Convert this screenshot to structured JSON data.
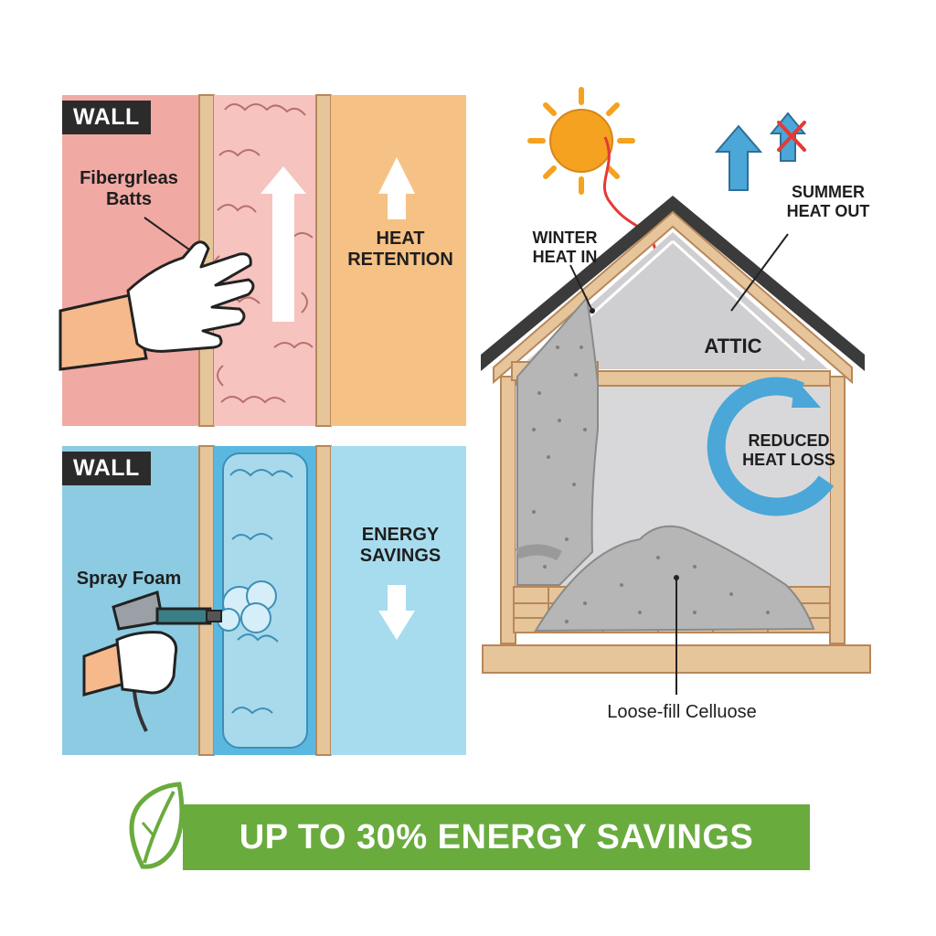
{
  "panels": {
    "fiberglass": {
      "tag": "WALL",
      "material_lines": [
        "Fibergrleas",
        "Batts"
      ],
      "effect_lines": [
        "HEAT",
        "RETENTION"
      ]
    },
    "spray_foam": {
      "tag": "WALL",
      "material": "Spray Foam",
      "effect_lines": [
        "ENERGY",
        "SAVINGS"
      ]
    }
  },
  "house": {
    "winter_lines": [
      "WINTER",
      "HEAT IN"
    ],
    "summer_lines": [
      "SUMMER",
      "HEAT OUT"
    ],
    "attic": "ATTIC",
    "heat_loss_lines": [
      "REDUCED",
      "HEAT LOSS"
    ],
    "material": "Loose-fill Celluose"
  },
  "banner": {
    "text": "UP TO 30% ENERGY SAVINGS"
  },
  "colors": {
    "wall_pink": "#f0a9a3",
    "batt_pink": "#f6c3bf",
    "heat_orange": "#f6c184",
    "stud_tan": "#e7c59a",
    "stud_edge": "#b8875a",
    "wall_blue": "#8ccbe2",
    "foam_blue": "#a8daeb",
    "energy_blue": "#a7dcee",
    "roof_dark": "#3b3b3b",
    "attic_gray": "#cfcfd1",
    "cellulose_gray": "#b6b6b6",
    "sun_orange": "#f4a21f",
    "heat_red": "#e53935",
    "arrow_blue": "#4aa7d8",
    "banner_green": "#6aab3e"
  }
}
